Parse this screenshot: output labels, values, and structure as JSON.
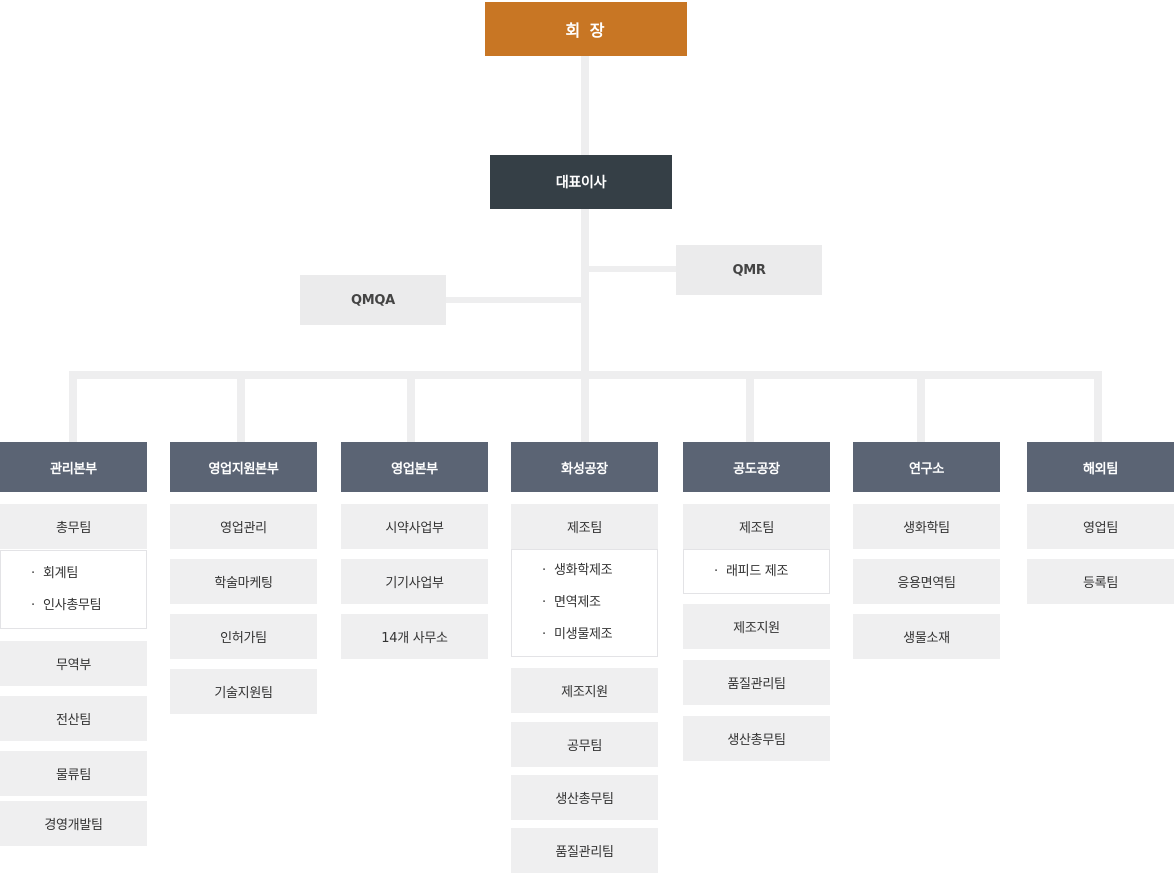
{
  "chairman": "회 장",
  "ceo": "대표이사",
  "qmr": "QMR",
  "qmqa": "QMQA",
  "divisions": [
    {
      "name": "관리본부",
      "teams": [
        "총무팀"
      ],
      "sub": [
        "회계팀",
        "인사총무팀"
      ],
      "teams_after": [
        "무역부",
        "전산팀",
        "물류팀",
        "경영개발팀"
      ]
    },
    {
      "name": "영업지원본부",
      "teams": [
        "영업관리",
        "학술마케팅",
        "인허가팀",
        "기술지원팀"
      ]
    },
    {
      "name": "영업본부",
      "teams": [
        "시약사업부",
        "기기사업부",
        "14개 사무소"
      ]
    },
    {
      "name": "화성공장",
      "teams": [
        "제조팀"
      ],
      "sub": [
        "생화학제조",
        "면역제조",
        "미생물제조"
      ],
      "teams_after": [
        "제조지원",
        "공무팀",
        "생산총무팀",
        "품질관리팀"
      ]
    },
    {
      "name": "공도공장",
      "teams": [
        "제조팀"
      ],
      "sub": [
        "래피드 제조"
      ],
      "teams_after": [
        "제조지원",
        "품질관리팀",
        "생산총무팀"
      ]
    },
    {
      "name": "연구소",
      "teams": [
        "생화학팀",
        "응용면역팀",
        "생물소재"
      ]
    },
    {
      "name": "해외팀",
      "teams": [
        "영업팀",
        "등록팀"
      ]
    }
  ],
  "bullet": "·",
  "colors": {
    "chairman": "#c87624",
    "ceo": "#353f46",
    "division_header": "#5b6474",
    "team_box": "#efeff0",
    "connector": "#eeeeef"
  }
}
